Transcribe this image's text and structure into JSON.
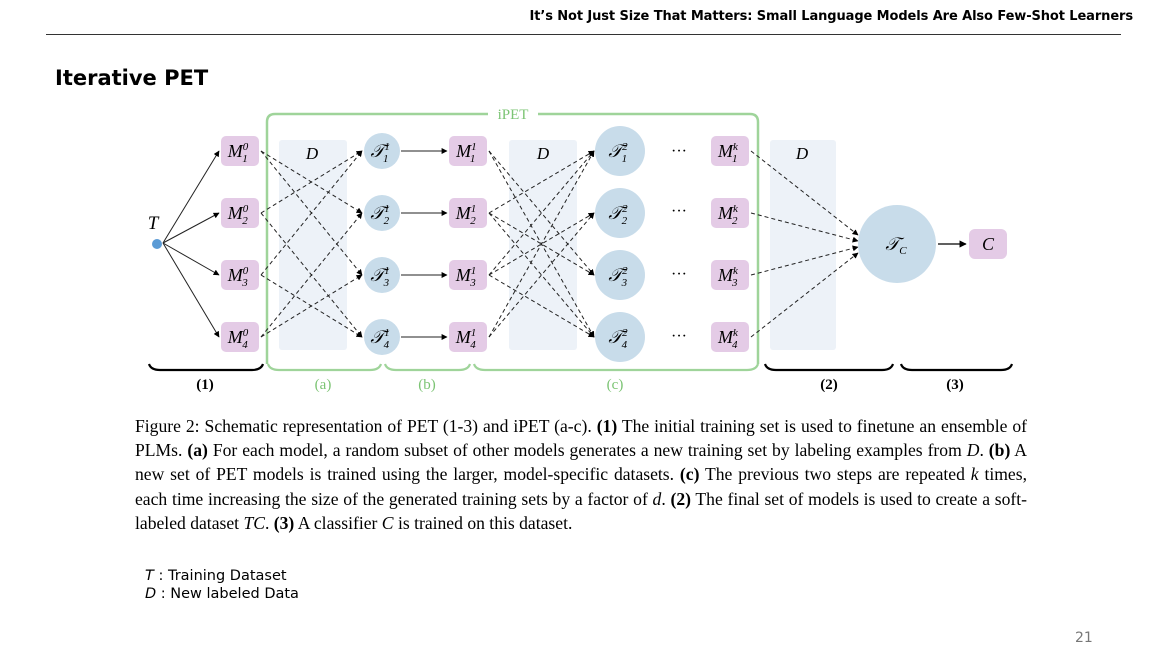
{
  "header": {
    "title": "It’s Not Just Size That Matters: Small Language Models Are Also Few-Shot Learners"
  },
  "slide": {
    "title": "Iterative PET",
    "page_number": "21"
  },
  "diagram": {
    "ipet_label": "iPET",
    "dataset_T": "T",
    "unlabeled_D": "D",
    "stage0_models": [
      "M10",
      "M20",
      "M30",
      "M40"
    ],
    "stage1_sets": [
      "T11",
      "T21",
      "T31",
      "T41"
    ],
    "stage1_models": [
      "M11",
      "M21",
      "M31",
      "M41"
    ],
    "stage2_sets": [
      "T12",
      "T22",
      "T32",
      "T42"
    ],
    "stagek_models": [
      "M1k",
      "M2k",
      "M3k",
      "M4k"
    ],
    "final_set": "TC",
    "classifier": "C",
    "ellipsis": "···",
    "section_labels": [
      "(1)",
      "(a)",
      "(b)",
      "(c)",
      "(2)",
      "(3)"
    ],
    "colors": {
      "model": "#e4cbe6",
      "set": "#c8dcea",
      "dataset_panel": "#edf2f8",
      "ipet_frame": "#9fd49a",
      "ipet_text": "#7cc474",
      "node": "#5b9bd5",
      "bracket_label_ipet": "#7cc474"
    }
  },
  "caption": {
    "fig_label": "Figure 2:",
    "s1": "Schematic representation of PET (1-3) and iPET (a-c).",
    "l1": "(1)",
    "s2": "The initial training set is used to finetune an ensemble of PLMs.",
    "la": "(a)",
    "s3": "For each model, a random subset of other models generates a new training set by labeling examples from",
    "d_sym": "D",
    "lb": "(b)",
    "s4": "A new set of PET models is trained using the larger, model-specific datasets.",
    "lc": "(c)",
    "s5": "The previous two steps are repeated",
    "k_sym": "k",
    "s6": "times, each time increasing the size of the generated training sets by a factor of",
    "d_factor": "d",
    "l2": "(2)",
    "s7": "The final set of models is used to create a soft-labeled dataset",
    "tc_sym": "TC",
    "l3": "(3)",
    "s8": "A classifier",
    "c_sym": "C",
    "s9": "is trained on this dataset."
  },
  "legend": [
    {
      "symbol": "T",
      "text": ": Training Dataset"
    },
    {
      "symbol": "D",
      "text": ": New labeled Data"
    }
  ]
}
